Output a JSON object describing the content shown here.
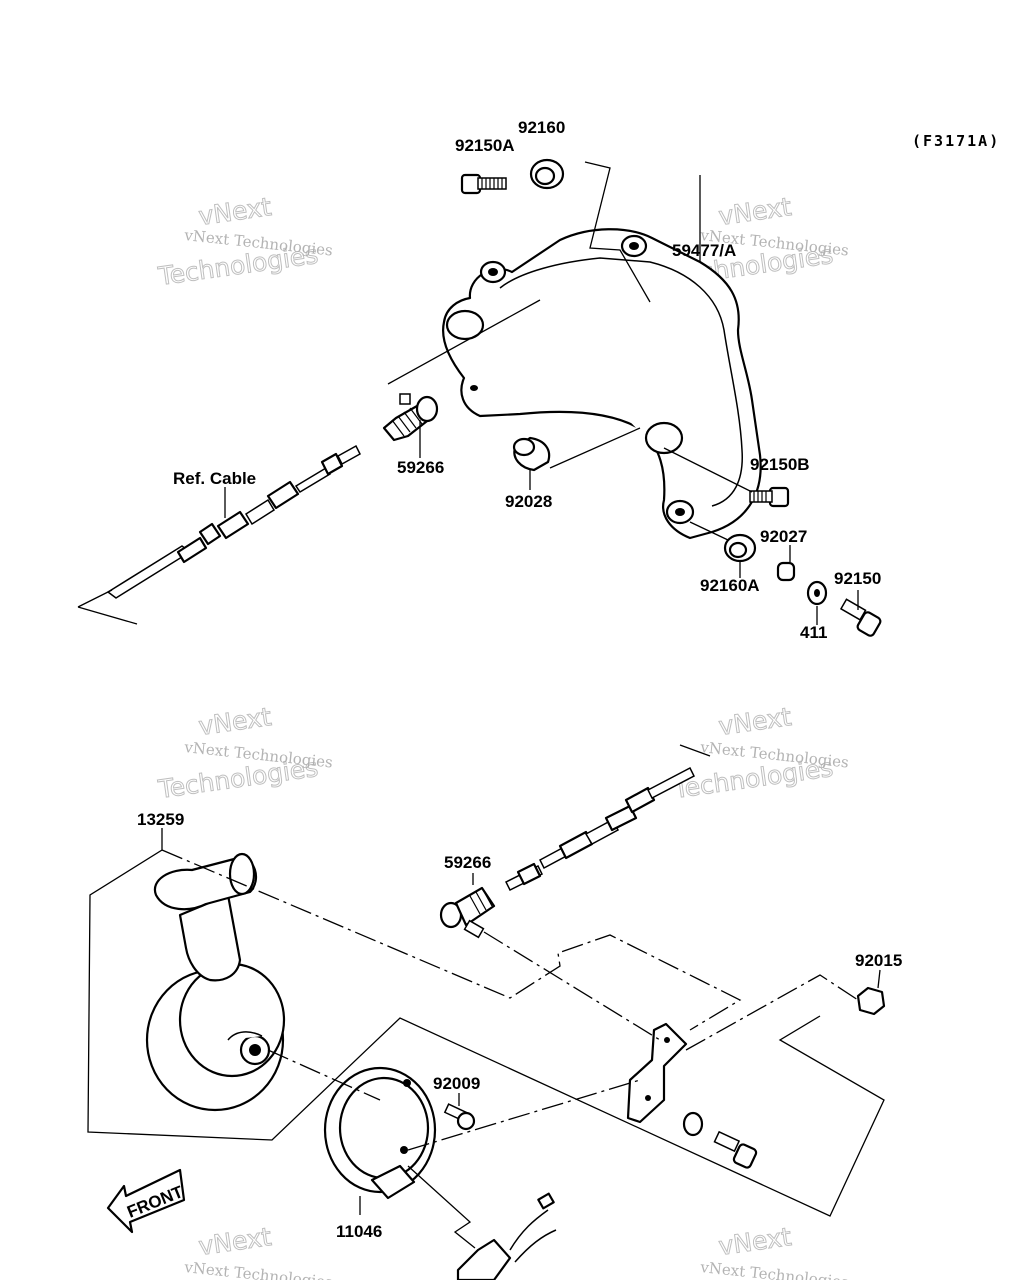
{
  "diagram_code": "(F3171A)",
  "watermark": {
    "line1": "vNext Technologies",
    "line2a": "vNext",
    "line2b": "Technologies"
  },
  "labels": {
    "p92160_top": "92160",
    "p92150A": "92150A",
    "p59477A": "59477/A",
    "p59266_top": "59266",
    "ref_cable": "Ref. Cable",
    "p92028": "92028",
    "p92150B": "92150B",
    "p92027": "92027",
    "p92160A": "92160A",
    "p92150": "92150",
    "p411": "411",
    "p13259": "13259",
    "p59266_bottom": "59266",
    "p92015": "92015",
    "p92009": "92009",
    "p11046": "11046",
    "front_arrow": "FRONT"
  }
}
